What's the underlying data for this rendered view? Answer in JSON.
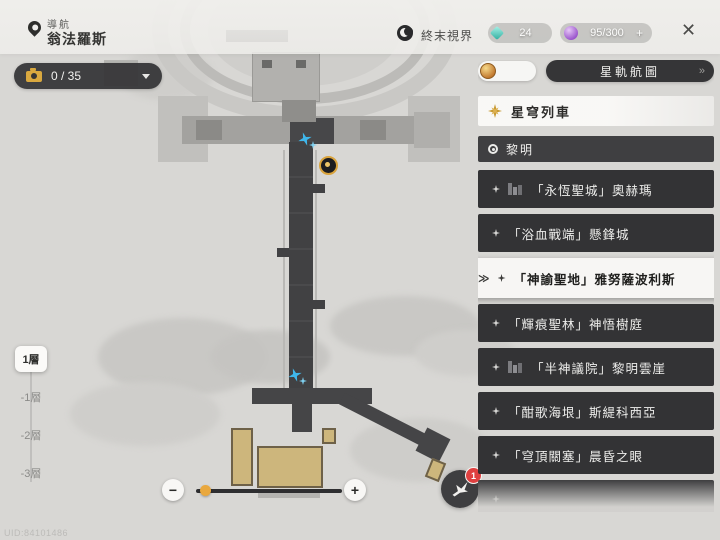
{
  "header": {
    "nav_label": "導航",
    "world_name": "翁法羅斯",
    "finality_label": "終末視界",
    "currencies": [
      {
        "name": "stellar-jade-like-teal-gem",
        "value": "24"
      },
      {
        "name": "trailblaze-power-purple-orb",
        "value": "95/300",
        "action": "+"
      }
    ],
    "close_label": "✕"
  },
  "photo_counter": {
    "count": "0 / 35"
  },
  "floor_selector": {
    "floors": [
      {
        "label": "1層",
        "selected": true
      },
      {
        "label": "-1層",
        "selected": false
      },
      {
        "label": "-2層",
        "selected": false
      },
      {
        "label": "-3層",
        "selected": false
      }
    ]
  },
  "zoom": {
    "minus": "−",
    "plus": "+"
  },
  "notification": {
    "badge": "1"
  },
  "uid": "UID:84101486",
  "panel": {
    "atlas_button": "星軌航圖",
    "atlas_chevron": "»",
    "express_label": "星穹列車",
    "section_label": "黎明",
    "selected_chevron": "≫",
    "locations": [
      {
        "label": "「永恆聖城」奧赫瑪",
        "icon": "city",
        "selected": false
      },
      {
        "label": "「浴血戰端」懸鋒城",
        "icon": "star",
        "selected": false
      },
      {
        "label": "「神諭聖地」雅努薩波利斯",
        "icon": "star",
        "selected": true
      },
      {
        "label": "「輝痕聖林」神悟樹庭",
        "icon": "star",
        "selected": false
      },
      {
        "label": "「半神議院」黎明雲崖",
        "icon": "city",
        "selected": false
      },
      {
        "label": "「酣歌海垠」斯緹科西亞",
        "icon": "star",
        "selected": false
      },
      {
        "label": "「穹頂關塞」晨昏之眼",
        "icon": "star",
        "selected": false
      },
      {
        "label": "",
        "icon": "star",
        "selected": false,
        "partial": true
      }
    ]
  }
}
